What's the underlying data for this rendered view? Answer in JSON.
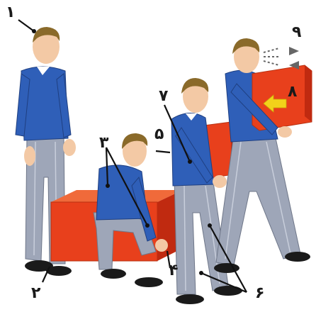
{
  "labels": {
    "l1": "۱",
    "l2": "۲",
    "l3": "۳",
    "l4": "۴",
    "l5": "۵",
    "l6": "۶",
    "l7": "۷",
    "l8": "۸",
    "l9": "۹"
  },
  "colors": {
    "box_red": "#e8401c",
    "box_red_dark": "#c02a10",
    "sweater_blue": "#2f5fb8",
    "trousers_grey": "#9ea6b8",
    "skin": "#f3c9a5",
    "hair": "#8a6a2a",
    "arrow_yellow": "#f2d21a",
    "shoe": "#1a1a1a"
  }
}
